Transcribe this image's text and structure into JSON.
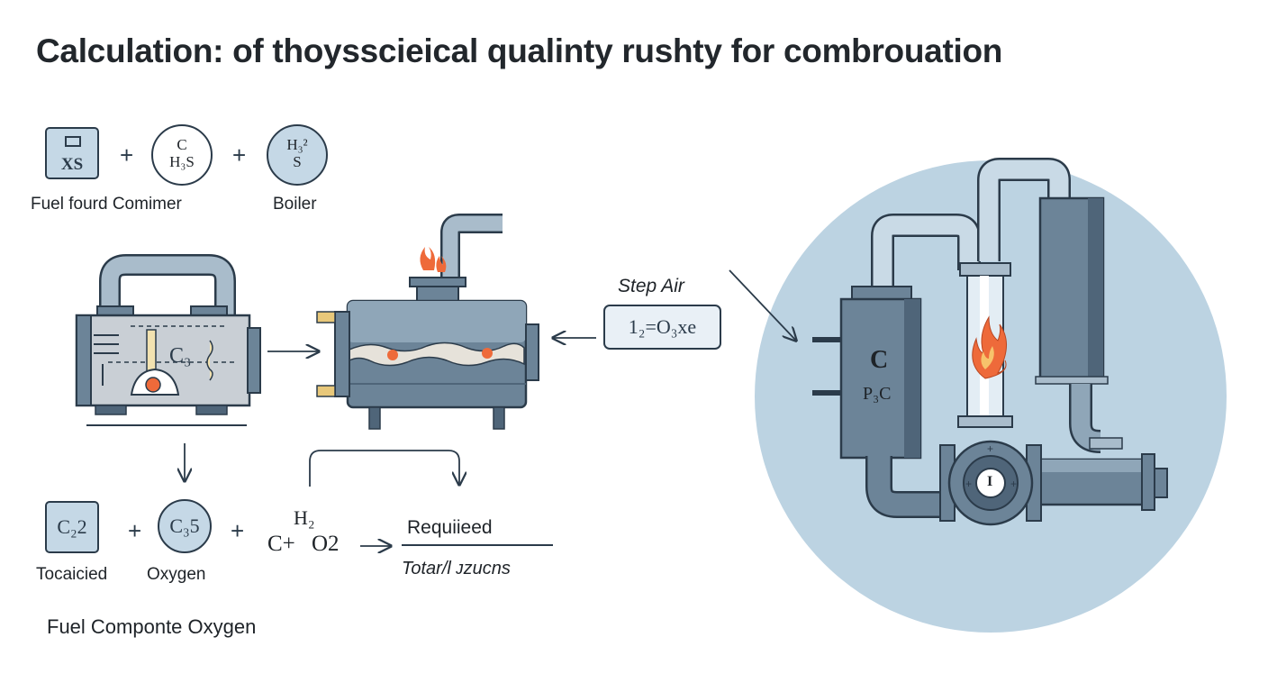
{
  "title": "Calculation: of thoysscieical qualinty rushty for combrouation",
  "top_row": {
    "square_text": "XS",
    "circle1": {
      "line1": "C",
      "line2": "H₃S"
    },
    "circle2": {
      "line1": "H₃²",
      "line2": "S"
    },
    "label_left": "Fuel fourd Comimer",
    "label_right": "Boiler",
    "plus": "+"
  },
  "burner": {
    "text": "C₃"
  },
  "step_air": {
    "label": "Step Air",
    "formula": "1₂=O₃xe"
  },
  "bottom_row": {
    "square_text": "C₂2",
    "circle_text": "C₃5",
    "h2": "H₂",
    "c_plus": "C+",
    "o2": "O2",
    "arrow": "→",
    "label_left": "Tocaicied",
    "label_mid": "Oxygen",
    "fraction_top": "Requiieed",
    "fraction_bottom": "Totar/l ᴊzucns",
    "footer": "Fuel Componte Oxygen"
  },
  "reactor": {
    "label_c": "C",
    "label_p": "P₃C",
    "gauge": "I"
  },
  "colors": {
    "steel": "#6c8498",
    "steel_dark": "#4f6579",
    "steel_light": "#a9bccb",
    "pale": "#c5d8e6",
    "circle_bg": "#bcd3e2",
    "flame": "#ee6a3a",
    "ink": "#2b3b4a"
  }
}
